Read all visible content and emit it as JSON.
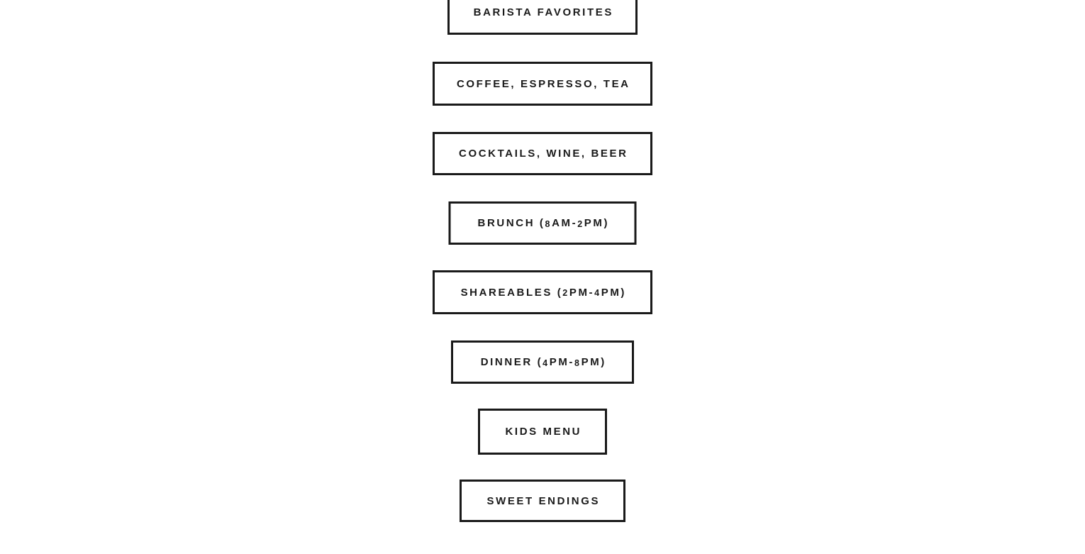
{
  "page": {
    "background_color": "#ffffff",
    "text_color": "#1a1a1a",
    "border_color": "#1a1a1a"
  },
  "menu_nav": {
    "name": "menu-category-navigation",
    "items": [
      {
        "id": "barista-favorites",
        "label": "BARISTA FAVORITES"
      },
      {
        "id": "coffee-espresso-tea",
        "label": "COFFEE, ESPRESSO, TEA"
      },
      {
        "id": "cocktails-wine-beer",
        "label": "COCKTAILS, WINE, BEER"
      },
      {
        "id": "brunch",
        "label": "BRUNCH (8AM-2PM)"
      },
      {
        "id": "shareables",
        "label": "SHAREABLES (2PM-4PM)"
      },
      {
        "id": "dinner",
        "label": "DINNER (4PM-8PM)"
      },
      {
        "id": "kids-menu",
        "label": "KIDS MENU"
      },
      {
        "id": "sweet-endings",
        "label": "SWEET ENDINGS"
      }
    ]
  }
}
